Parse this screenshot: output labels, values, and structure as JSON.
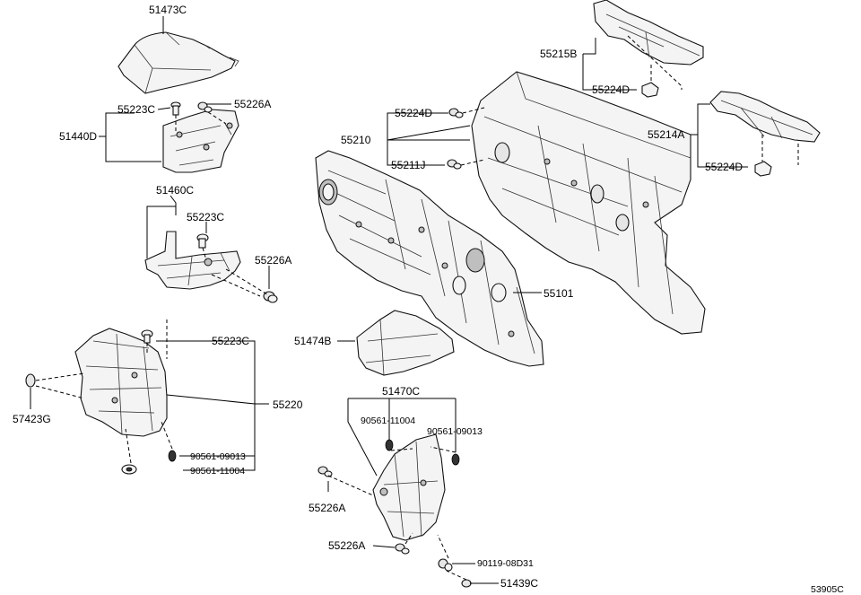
{
  "diagram": {
    "labels": {
      "p51473C": "51473C",
      "p55223C_a": "55223C",
      "p55226A_a": "55226A",
      "p51440D": "51440D",
      "p51460C": "51460C",
      "p55223C_b": "55223C",
      "p55226A_b": "55226A",
      "p55223C_c": "55223C",
      "p57423G": "57423G",
      "p55220": "55220",
      "p90561_09013_a": "90561-09013",
      "p90561_11004_a": "90561-11004",
      "p51474B": "51474B",
      "p51470C": "51470C",
      "p90561_11004_b": "90561-11004",
      "p90561_09013_b": "90561-09013",
      "p55226A_c": "55226A",
      "p55226A_d": "55226A",
      "p90119_08D31": "90119-08D31",
      "p51439C": "51439C",
      "p55215B": "55215B",
      "p55224D_a": "55224D",
      "p55224D_b": "55224D",
      "p55210": "55210",
      "p55211J": "55211J",
      "p55214A": "55214A",
      "p55224D_c": "55224D",
      "p55101": "55101",
      "ref": "53905C"
    }
  }
}
